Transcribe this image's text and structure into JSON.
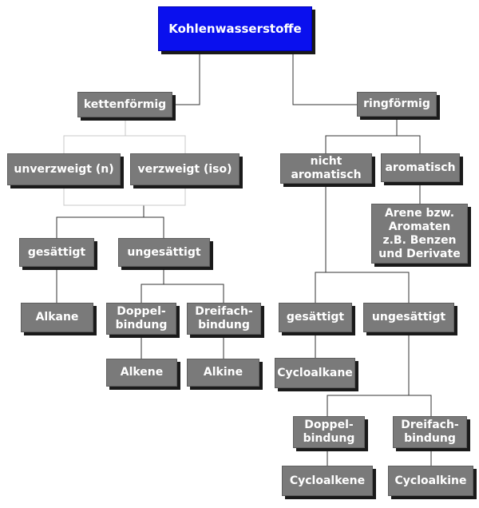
{
  "diagram": {
    "nodes": {
      "root": "Kohlenwasserstoffe",
      "kettenfoermig": "kettenförmig",
      "ringfoermig": "ringförmig",
      "unverzweigt": "unverzweigt (n)",
      "verzweigt": "verzweigt (iso)",
      "nicht_aromatisch": "nicht\naromatisch",
      "aromatisch": "aromatisch",
      "arene": "Arene bzw.\nAromaten\nz.B. Benzen\nund Derivate",
      "gesaettigt_kette": "gesättigt",
      "ungesaettigt_kette": "ungesättigt",
      "alkane": "Alkane",
      "doppelbindung_kette": "Doppel-\nbindung",
      "dreifachbindung_kette": "Dreifach-\nbindung",
      "alkene": "Alkene",
      "alkine": "Alkine",
      "gesaettigt_ring": "gesättigt",
      "ungesaettigt_ring": "ungesättigt",
      "cycloalkane": "Cycloalkane",
      "doppelbindung_ring": "Doppel-\nbindung",
      "dreifachbindung_ring": "Dreifach-\nbindung",
      "cycloalkene": "Cycloalkene",
      "cycloalkine": "Cycloalkine"
    },
    "colors": {
      "root_fill": "#0a10ee",
      "node_fill": "#7a7a7a",
      "shadow": "#1a1a1a",
      "line_dark": "#333333",
      "line_light": "#c8c8c8",
      "text": "#ffffff"
    }
  }
}
